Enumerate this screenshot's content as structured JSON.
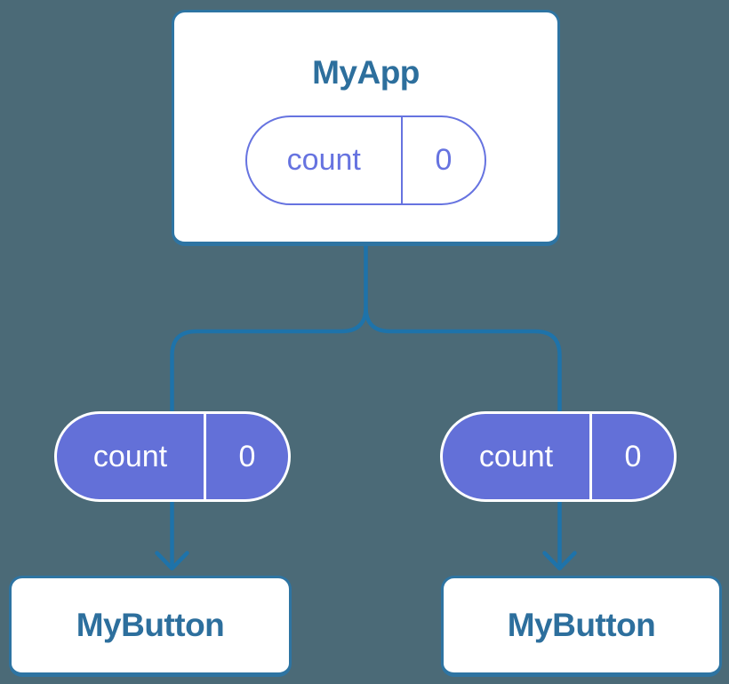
{
  "diagram": {
    "description": "React component tree sharing state",
    "root": {
      "title": "MyApp",
      "state_pill": {
        "label": "count",
        "value": "0"
      }
    },
    "children": [
      {
        "title": "MyButton",
        "prop_pill": {
          "label": "count",
          "value": "0"
        }
      },
      {
        "title": "MyButton",
        "prop_pill": {
          "label": "count",
          "value": "0"
        }
      }
    ]
  },
  "colors": {
    "background": "#4b6a77",
    "card_background": "#ffffff",
    "card_border": "#2e74a2",
    "title_text": "#2d6f9d",
    "connector_line": "#1e73aa",
    "pill_solid_fill": "#6370d8",
    "pill_solid_border": "#ffffff",
    "pill_outline": "#6673e0"
  }
}
